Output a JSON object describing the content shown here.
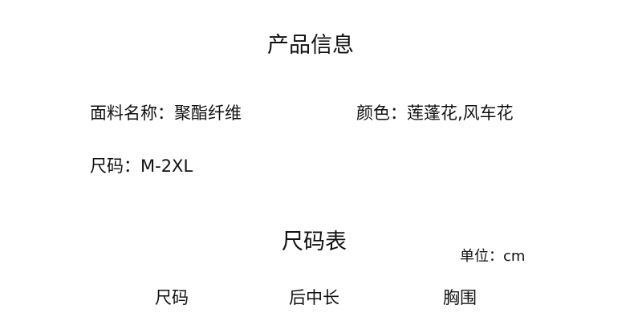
{
  "product_info": {
    "title": "产品信息",
    "fabric_label": "面料名称：",
    "fabric_value": "聚酯纤维",
    "color_label": "颜色：",
    "color_value": "莲蓬花,风车花",
    "size_label": "尺码：",
    "size_value": "M-2XL"
  },
  "size_chart": {
    "title": "尺码表",
    "unit_label": "单位：",
    "unit_value": "cm",
    "columns": [
      "尺码",
      "后中长",
      "胸围"
    ]
  }
}
